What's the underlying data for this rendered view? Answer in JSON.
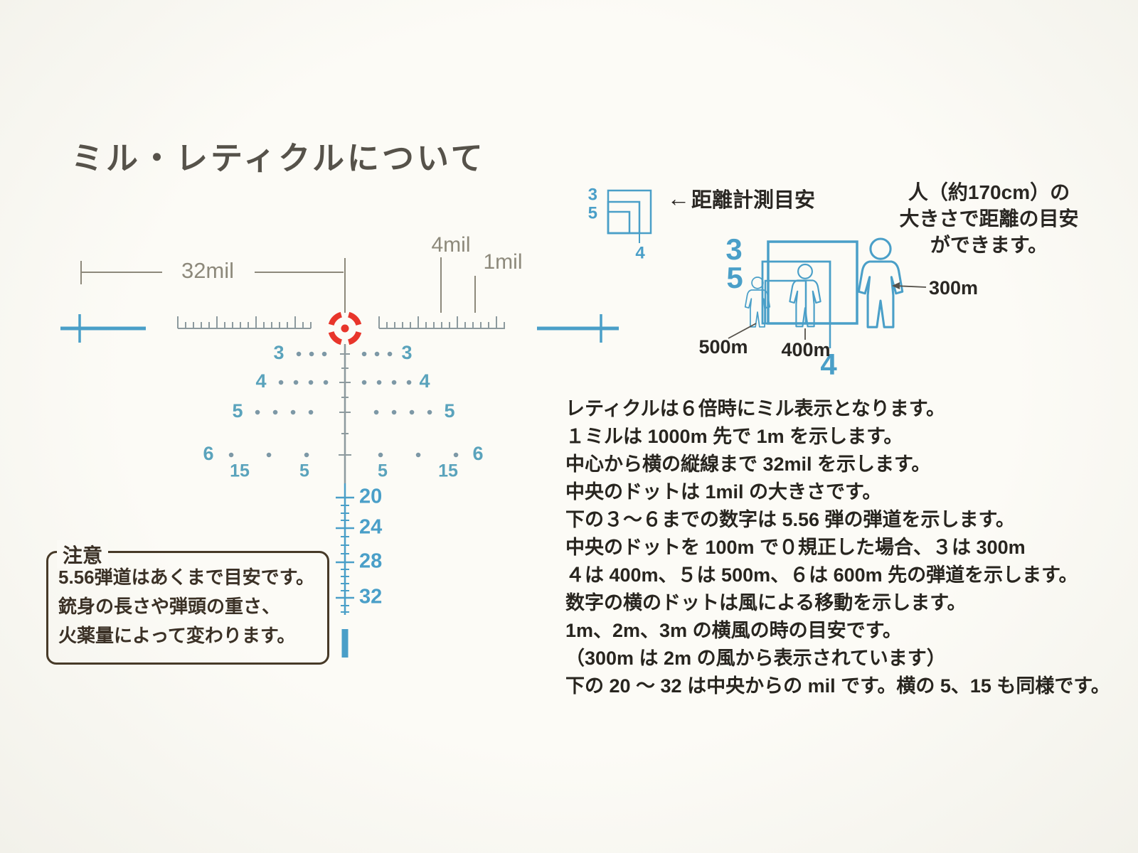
{
  "page": {
    "title": "ミル・レティクルについて"
  },
  "reticle": {
    "mil32": "32mil",
    "mil4": "4mil",
    "mil1": "1mil",
    "row3": "3",
    "row4": "4",
    "row5": "5",
    "row6": "6",
    "wind": [
      "15",
      "5",
      "5",
      "15"
    ],
    "drop": [
      "20",
      "24",
      "28",
      "32"
    ]
  },
  "rangefinder": {
    "arrow": "←",
    "caption": "距離計測目安",
    "sq3": "3",
    "sq5": "5",
    "sq4": "4"
  },
  "human_scale": {
    "caption_lines": [
      "人（約170cm）の",
      "大きさで距離の目安",
      "ができます。"
    ],
    "sq3": "3",
    "sq5": "5",
    "sq4": "4",
    "d500": "500m",
    "d400": "400m",
    "d300": "300m"
  },
  "caution": {
    "label": "注意",
    "lines": [
      "5.56弾道はあくまで目安です。",
      "銃身の長さや弾頭の重さ、",
      "火薬量によって変わります。"
    ]
  },
  "description": {
    "lines": [
      "レティクルは６倍時にミル表示となります。",
      "１ミルは 1000m 先で 1m を示します。",
      "中心から横の縦線まで 32mil を示します。",
      "中央のドットは 1mil の大きさです。",
      "下の３～６までの数字は 5.56 弾の弾道を示します。",
      "中央のドットを 100m で０規正した場合、３は 300m",
      "４は 400m、５は 500m、６は 600m 先の弾道を示します。",
      "数字の横のドットは風による移動を示します。",
      "1m、2m、3m の横風の時の目安です。",
      "（300m は 2m の風から表示されています）",
      "下の 20 ～ 32 は中央からの mil です。横の 5、15 も同様です。"
    ]
  },
  "colors": {
    "reticle_blue": "#4a9fc8",
    "holdover_teal": "#5aa3bc",
    "scale_gray": "#8d897b",
    "center_red": "#e8352b",
    "text_dark": "#28251f",
    "caution_brown": "#473a28"
  }
}
